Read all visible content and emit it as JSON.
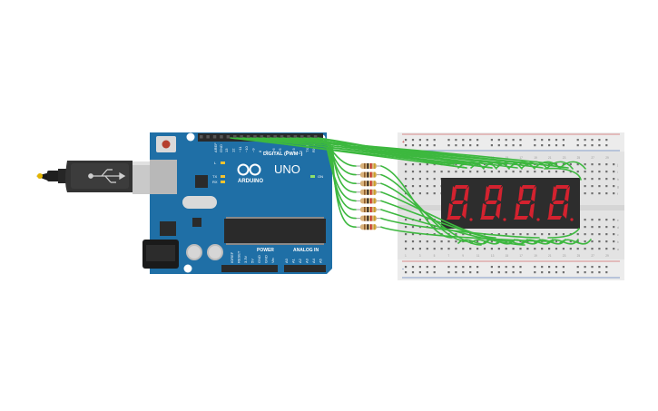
{
  "board": {
    "brand": "ARDUINO",
    "model": "UNO",
    "header_digital": "DIGITAL (PWM~)",
    "header_power": "POWER",
    "header_analog": "ANALOG IN",
    "on_label": "ON",
    "led_l": "L",
    "led_tx": "TX",
    "led_rx": "RX",
    "pin_aref": "AREF",
    "pin_gnd": "GND",
    "digital_pins": [
      "13",
      "12",
      "~11",
      "~10",
      "~9",
      "8",
      "7",
      "~6",
      "~5",
      "4",
      "~3",
      "2",
      "TX 1",
      "RX 0"
    ],
    "power_pins": [
      "IOREF",
      "RESET",
      "3.3V",
      "5V",
      "GND",
      "GND",
      "Vin"
    ],
    "analog_pins": [
      "A0",
      "A1",
      "A2",
      "A3",
      "A4",
      "A5"
    ],
    "accent": "#1f6fa6"
  },
  "display": {
    "digits": [
      "8",
      "8",
      "8",
      "8"
    ],
    "segment_color": "#d3222f",
    "body_color": "#2d2d2d"
  },
  "breadboard": {
    "column_numbers": [
      "1",
      "3",
      "5",
      "7",
      "9",
      "11",
      "13",
      "15",
      "17",
      "19",
      "21",
      "23",
      "25",
      "27",
      "29"
    ],
    "row_letters_top": [
      "j",
      "i",
      "h",
      "g",
      "f"
    ],
    "row_letters_bottom": [
      "e",
      "d",
      "c",
      "b",
      "a"
    ],
    "rail_plus": "+",
    "rail_minus": "-"
  },
  "wire_color": "#3db83f",
  "resistor_count": 8
}
